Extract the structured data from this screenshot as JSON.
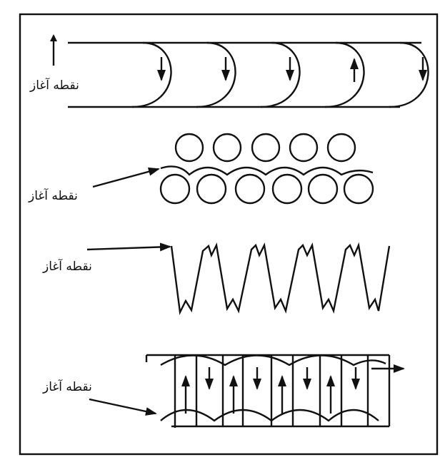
{
  "labels": {
    "start_1": "نقطه آغاز",
    "start_2": "نقطه آغاز",
    "start_3": "نقطه آغاز",
    "start_4": "نقطه آغاز"
  },
  "colors": {
    "ink": "#111111",
    "background": "#ffffff"
  }
}
